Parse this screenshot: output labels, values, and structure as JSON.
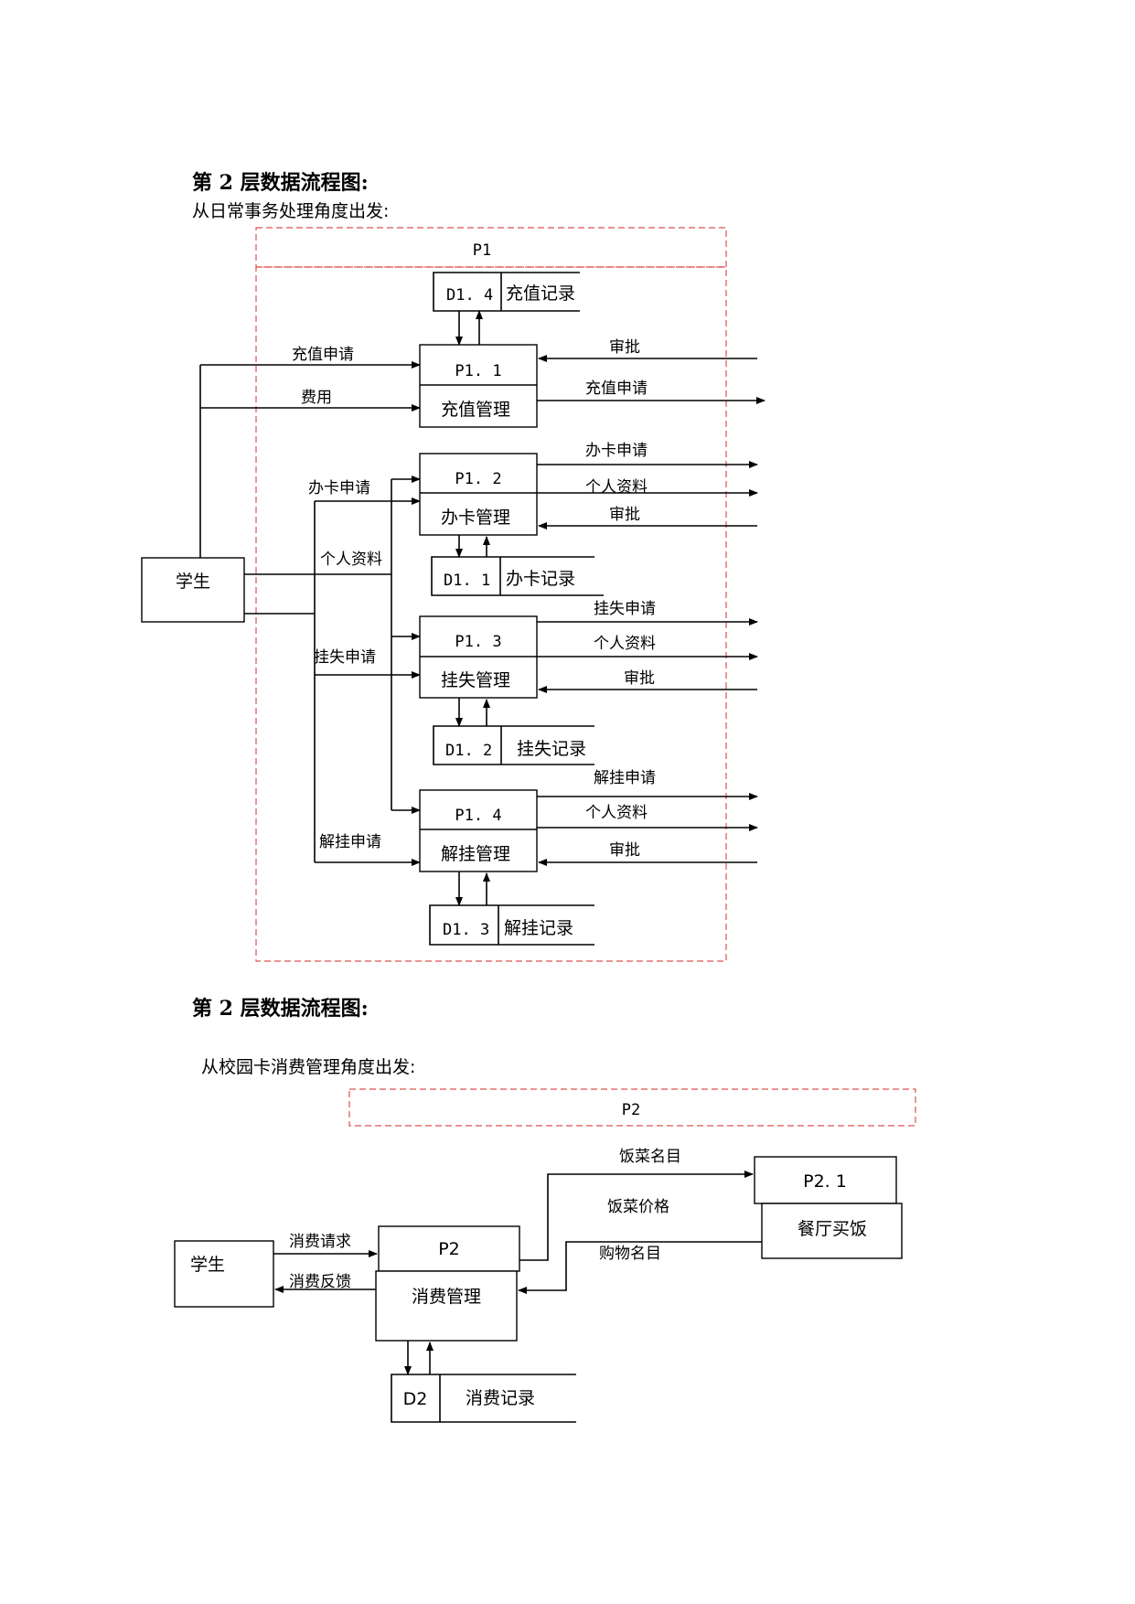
{
  "section1": {
    "heading": "第 2 层数据流程图:",
    "subheading": "从日常事务处理角度出发:",
    "boundary_label": "P1",
    "entity": "学生",
    "processes": [
      {
        "id": "P1. 1",
        "name": "充值管理"
      },
      {
        "id": "P1. 2",
        "name": "办卡管理"
      },
      {
        "id": "P1. 3",
        "name": "挂失管理"
      },
      {
        "id": "P1. 4",
        "name": "解挂管理"
      }
    ],
    "stores": [
      {
        "id": "D1. 4",
        "name": "充值记录"
      },
      {
        "id": "D1. 1",
        "name": "办卡记录"
      },
      {
        "id": "D1. 2",
        "name": "挂失记录"
      },
      {
        "id": "D1. 3",
        "name": "解挂记录"
      }
    ],
    "left_flows": [
      "充值申请",
      "费用",
      "办卡申请",
      "个人资料",
      "挂失申请",
      "解挂申请"
    ],
    "right_flows": {
      "p11": [
        "审批",
        "充值申请"
      ],
      "p12": [
        "办卡申请",
        "个人资料",
        "审批"
      ],
      "p13": [
        "挂失申请",
        "个人资料",
        "审批"
      ],
      "p14": [
        "解挂申请",
        "个人资料",
        "审批"
      ]
    }
  },
  "section2": {
    "heading": "第 2 层数据流程图:",
    "subheading": "从校园卡消费管理角度出发:",
    "boundary_label": "P2",
    "entity": "学生",
    "process": {
      "id": "P2",
      "name": "消费管理"
    },
    "subprocess": {
      "id": "P2. 1",
      "name": "餐厅买饭"
    },
    "store": {
      "id": "D2",
      "name": "消费记录"
    },
    "flows": [
      "消费请求",
      "消费反馈",
      "饭菜名目",
      "饭菜价格",
      "购物名目"
    ]
  },
  "colors": {
    "boundary": "#d9534f",
    "line": "#000000"
  }
}
